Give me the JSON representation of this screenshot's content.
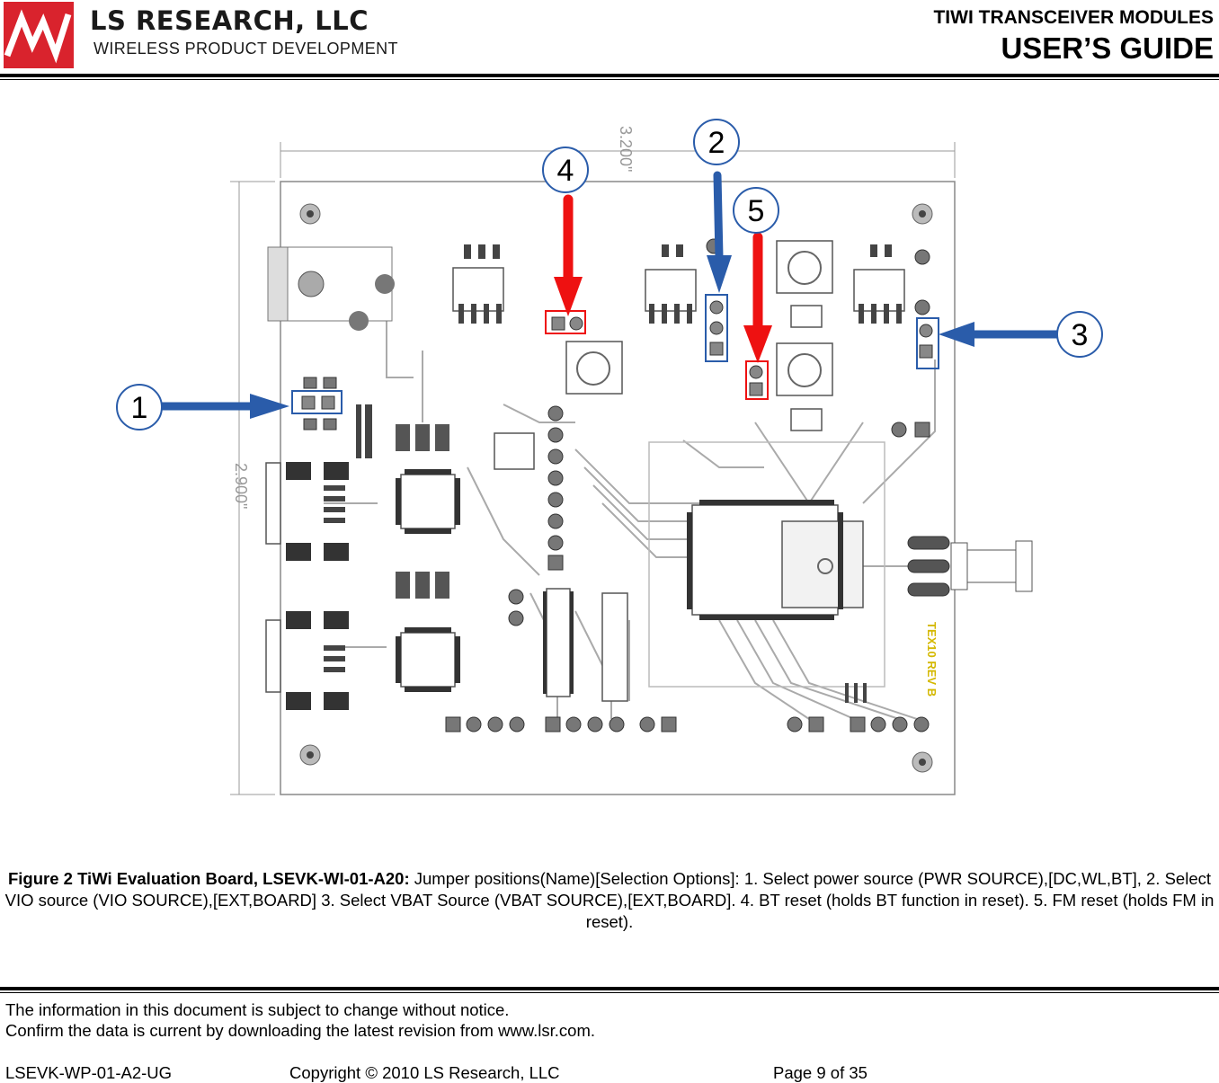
{
  "header": {
    "company": "LS RESEARCH, LLC",
    "tagline": "WIRELESS PRODUCT DEVELOPMENT",
    "product": "TIWI TRANSCEIVER MODULES",
    "doc_type": "USER’S GUIDE",
    "logo_icon": "ls-research-logo-icon"
  },
  "figure": {
    "board_labels": {
      "width_dim": "3.200\"",
      "height_dim": "2.900\"",
      "rev": "TEX10 REV B"
    },
    "callouts": [
      {
        "num": "1",
        "color": "#2a5caa"
      },
      {
        "num": "2",
        "color": "#2a5caa"
      },
      {
        "num": "3",
        "color": "#2a5caa"
      },
      {
        "num": "4",
        "color": "#ee1111"
      },
      {
        "num": "5",
        "color": "#ee1111"
      }
    ],
    "caption_bold": "Figure 2 TiWi Evaluation Board, LSEVK-WI-01-A20:",
    "caption_text": " Jumper positions(Name)[Selection Options]: 1. Select power source (PWR SOURCE),[DC,WL,BT], 2. Select VIO source (VIO SOURCE),[EXT,BOARD] 3. Select VBAT Source (VBAT SOURCE),[EXT,BOARD]. 4. BT reset (holds BT function in reset). 5. FM reset (holds FM in reset)."
  },
  "footer": {
    "notice_line1": "The information in this document is subject to change without notice.",
    "notice_line2": "Confirm the data is current by downloading the latest revision from www.lsr.com.",
    "doc_id": "LSEVK-WP-01-A2-UG",
    "copyright": "Copyright © 2010 LS Research, LLC",
    "page": "Page 9 of 35"
  }
}
